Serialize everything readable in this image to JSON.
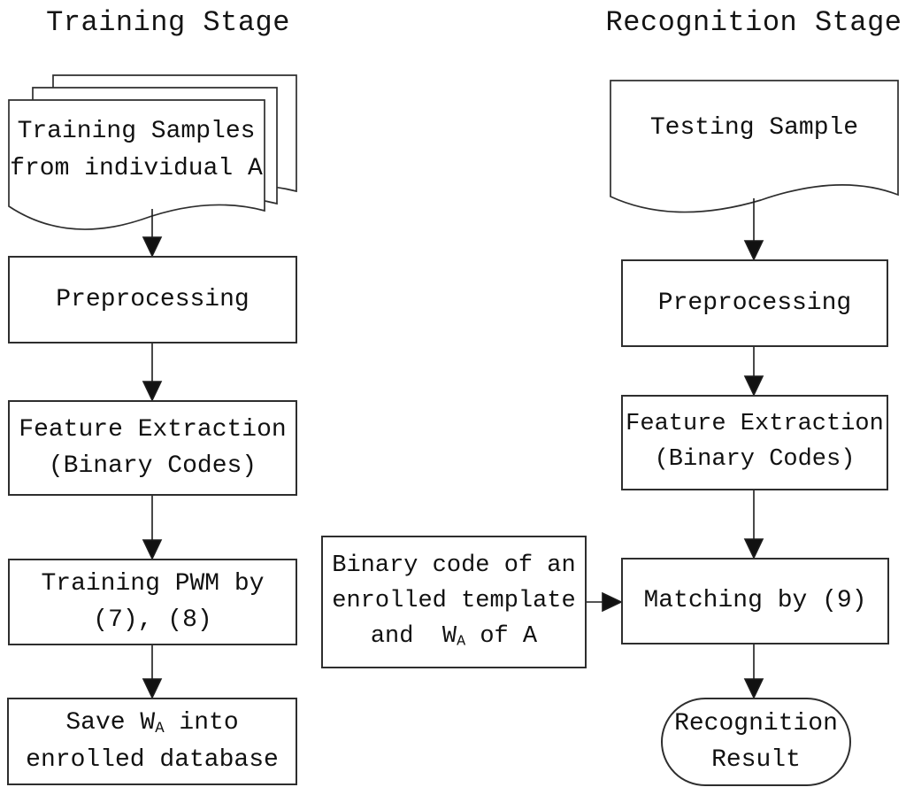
{
  "colors": {
    "background": "#ffffff",
    "stroke": "#2e2e2e",
    "text": "#111111"
  },
  "titles": {
    "training": "Training Stage",
    "recognition": "Recognition Stage"
  },
  "training": {
    "samples_doc": {
      "line1": "Training Samples",
      "line2": "from individual A"
    },
    "preprocessing": "Preprocessing",
    "feature_extraction": {
      "line1": "Feature Extraction",
      "line2": "(Binary Codes)"
    },
    "training_pwm": {
      "line1": "Training PWM by",
      "line2": "(7), (8)"
    },
    "save_wa": {
      "line1_pre": "Save W",
      "line1_sub": "A",
      "line1_post": " into",
      "line2": "enrolled database"
    }
  },
  "enrolled_template_box": {
    "line1": "Binary code of an",
    "line2": "enrolled template",
    "line3_pre": "and  W",
    "line3_sub": "A",
    "line3_post": " of A"
  },
  "recognition": {
    "testing_doc": "Testing Sample",
    "preprocessing": "Preprocessing",
    "feature_extraction": {
      "line1": "Feature Extraction",
      "line2": "(Binary Codes)"
    },
    "matching": "Matching by (9)",
    "result": {
      "line1": "Recognition",
      "line2": "Result"
    }
  }
}
